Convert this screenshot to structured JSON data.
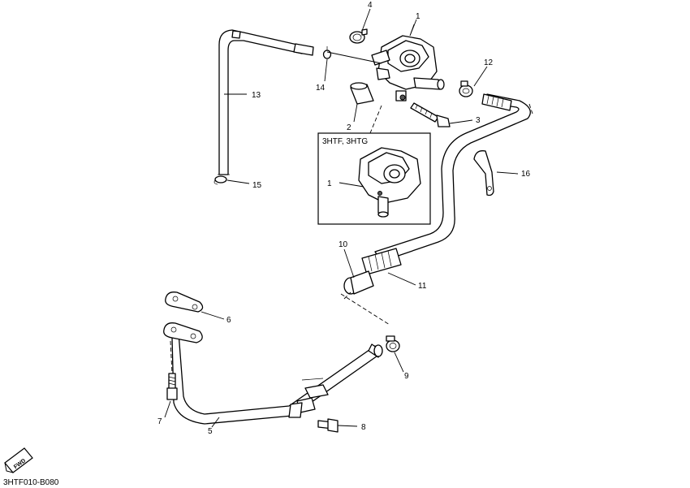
{
  "callouts": {
    "c1": "1",
    "c2": "2",
    "c3": "3",
    "c4": "4",
    "c5": "5",
    "c6": "6",
    "c7": "7",
    "c8": "8",
    "c9": "9",
    "c10": "10",
    "c11": "11",
    "c12": "12",
    "c13": "13",
    "c14": "14",
    "c15": "15",
    "c16": "16",
    "c1_inset": "1"
  },
  "inset": {
    "label": "3HTF, 3HTG"
  },
  "forward_badge": "FWD",
  "drawing_code": "3HTF010-B080"
}
